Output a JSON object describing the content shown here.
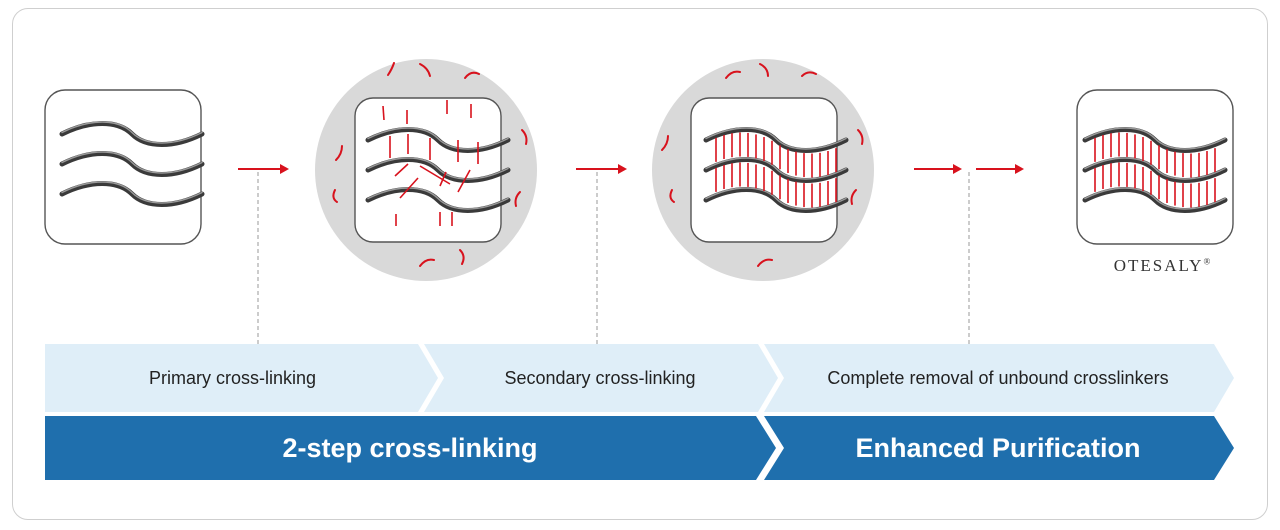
{
  "colors": {
    "fiber": "#3a3a3a",
    "crosslinker": "#d8121d",
    "arrow": "#d8121d",
    "halo": "#d9d9d9",
    "step_band": "#dfeef8",
    "phase_band": "#1f6fad"
  },
  "steps": [
    {
      "label": "Primary cross-linking"
    },
    {
      "label": "Secondary cross-linking"
    },
    {
      "label": "Complete removal of unbound crosslinkers"
    }
  ],
  "phases": [
    {
      "label": "2-step cross-linking"
    },
    {
      "label": "Enhanced Purification"
    }
  ],
  "brand": {
    "name": "OTESALY",
    "mark": "®"
  }
}
